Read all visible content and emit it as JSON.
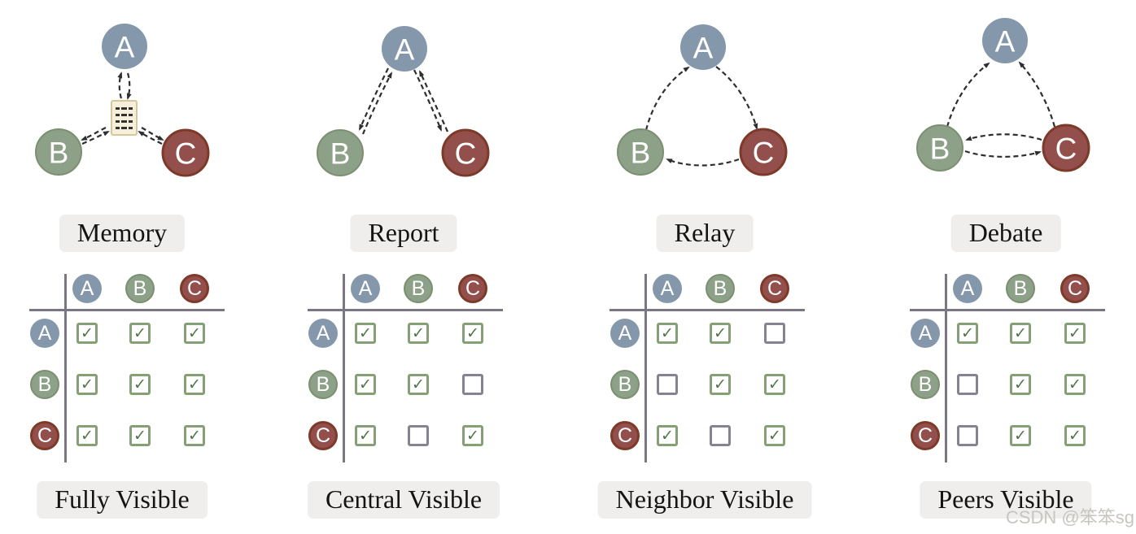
{
  "figure": {
    "watermark": "CSDN @笨笨sg",
    "check_glyph": "✓"
  },
  "colors": {
    "node_a": "#8598ab",
    "node_b": "#8da088",
    "node_b_border": "#7b9070",
    "node_c": "#934f4b",
    "node_c_border": "#7e3a28",
    "checked_box_border": "#86a075",
    "check_mark": "#51744a",
    "unchecked_box_border": "#878194",
    "badge_background": "#efeeec",
    "matrix_line": "#7c7684",
    "arrow": "#2e2e2e",
    "memory_icon_fill": "#f6efdb",
    "memory_icon_border": "#d6c69c"
  },
  "panels": [
    {
      "title": "Memory",
      "visibility_label": "Fully Visible",
      "nodes": {
        "top": "A",
        "left": "B",
        "right": "C"
      },
      "matrix": {
        "col_headers": [
          "A",
          "B",
          "C"
        ],
        "row_headers": [
          "A",
          "B",
          "C"
        ],
        "cells": [
          [
            true,
            true,
            true
          ],
          [
            true,
            true,
            true
          ],
          [
            true,
            true,
            true
          ]
        ]
      }
    },
    {
      "title": "Report",
      "visibility_label": "Central Visible",
      "nodes": {
        "top": "A",
        "left": "B",
        "right": "C"
      },
      "matrix": {
        "col_headers": [
          "A",
          "B",
          "C"
        ],
        "row_headers": [
          "A",
          "B",
          "C"
        ],
        "cells": [
          [
            true,
            true,
            true
          ],
          [
            true,
            true,
            false
          ],
          [
            true,
            false,
            true
          ]
        ]
      }
    },
    {
      "title": "Relay",
      "visibility_label": "Neighbor Visible",
      "nodes": {
        "top": "A",
        "left": "B",
        "right": "C"
      },
      "matrix": {
        "col_headers": [
          "A",
          "B",
          "C"
        ],
        "row_headers": [
          "A",
          "B",
          "C"
        ],
        "cells": [
          [
            true,
            true,
            false
          ],
          [
            false,
            true,
            true
          ],
          [
            true,
            false,
            true
          ]
        ]
      }
    },
    {
      "title": "Debate",
      "visibility_label": "Peers Visible",
      "nodes": {
        "top": "A",
        "left": "B",
        "right": "C"
      },
      "matrix": {
        "col_headers": [
          "A",
          "B",
          "C"
        ],
        "row_headers": [
          "A",
          "B",
          "C"
        ],
        "cells": [
          [
            true,
            true,
            true
          ],
          [
            false,
            true,
            true
          ],
          [
            false,
            true,
            true
          ]
        ]
      }
    }
  ]
}
